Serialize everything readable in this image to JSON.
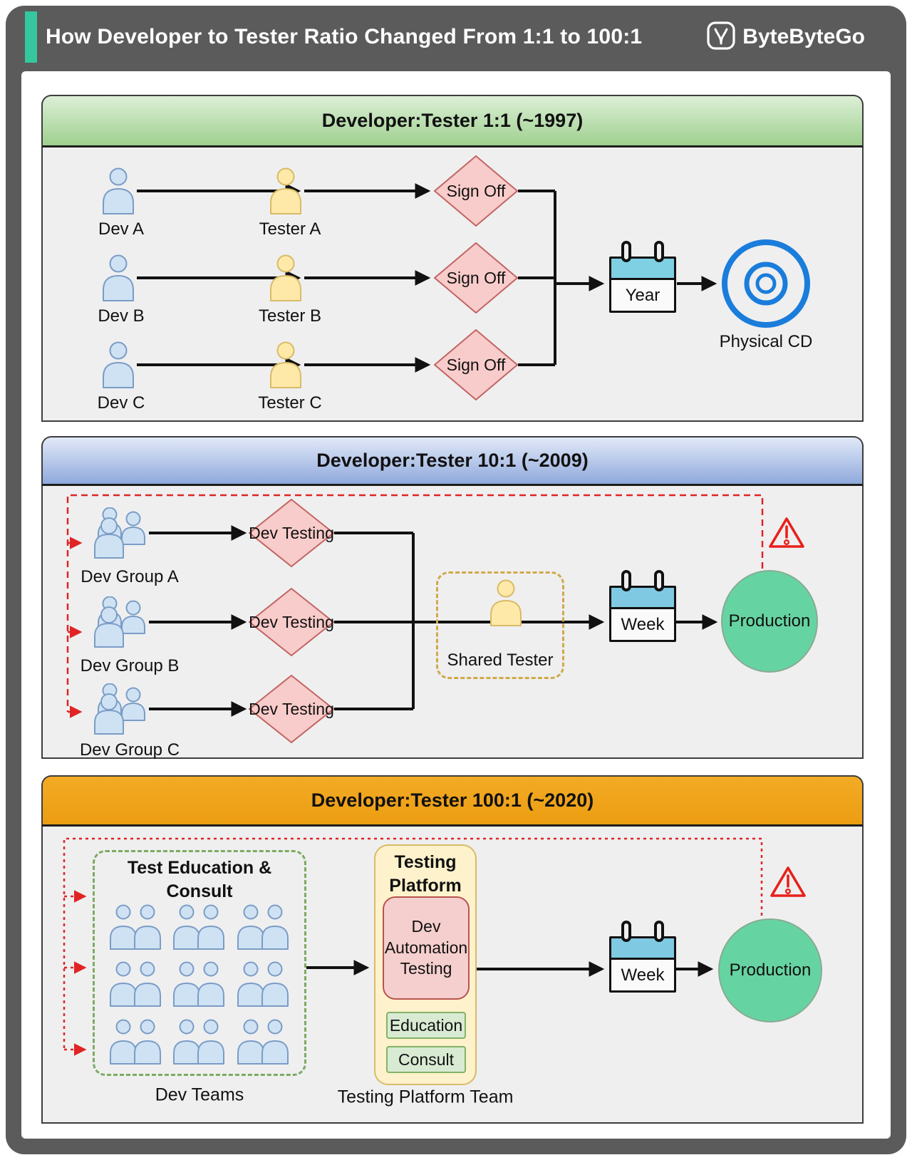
{
  "meta": {
    "accent_color": "#35c79e",
    "frame_color": "#5b5b5b",
    "panel_bg": "#efeff0",
    "red_feedback": "#e02424",
    "diamond_fill": "#f8ccca",
    "diamond_stroke": "#c26562",
    "dev_fill": "#cfe2f3",
    "tester_fill": "#ffe9a8",
    "calendar_teal": "#7fd0e3",
    "cd_blue": "#1a7ddb",
    "production_green": "#66d4a2"
  },
  "title": {
    "text": "How Developer to Tester Ratio Changed From 1:1 to 100:1",
    "brand": "ByteByteGo",
    "logo_icon": "bytebytego-logo-icon"
  },
  "p1": {
    "header": "Developer:Tester 1:1 (~1997)",
    "rows": [
      {
        "dev": "Dev A",
        "tester": "Tester A",
        "gate": "Sign Off"
      },
      {
        "dev": "Dev B",
        "tester": "Tester B",
        "gate": "Sign Off"
      },
      {
        "dev": "Dev C",
        "tester": "Tester C",
        "gate": "Sign Off"
      }
    ],
    "cadence": "Year",
    "output": "Physical CD"
  },
  "p2": {
    "header": "Developer:Tester 10:1 (~2009)",
    "rows": [
      {
        "group": "Dev Group A",
        "gate": "Dev Testing"
      },
      {
        "group": "Dev Group B",
        "gate": "Dev Testing"
      },
      {
        "group": "Dev Group C",
        "gate": "Dev Testing"
      }
    ],
    "shared": "Shared Tester",
    "cadence": "Week",
    "output": "Production"
  },
  "p3": {
    "header": "Developer:Tester 100:1 (~2020)",
    "teams_heading": "Test Education & Consult",
    "teams_label": "Dev Teams",
    "platform_heading": "Testing Platform",
    "automation": "Dev Automation Testing",
    "services": [
      "Education",
      "Consult"
    ],
    "platform_label": "Testing Platform Team",
    "cadence": "Week",
    "output": "Production"
  }
}
